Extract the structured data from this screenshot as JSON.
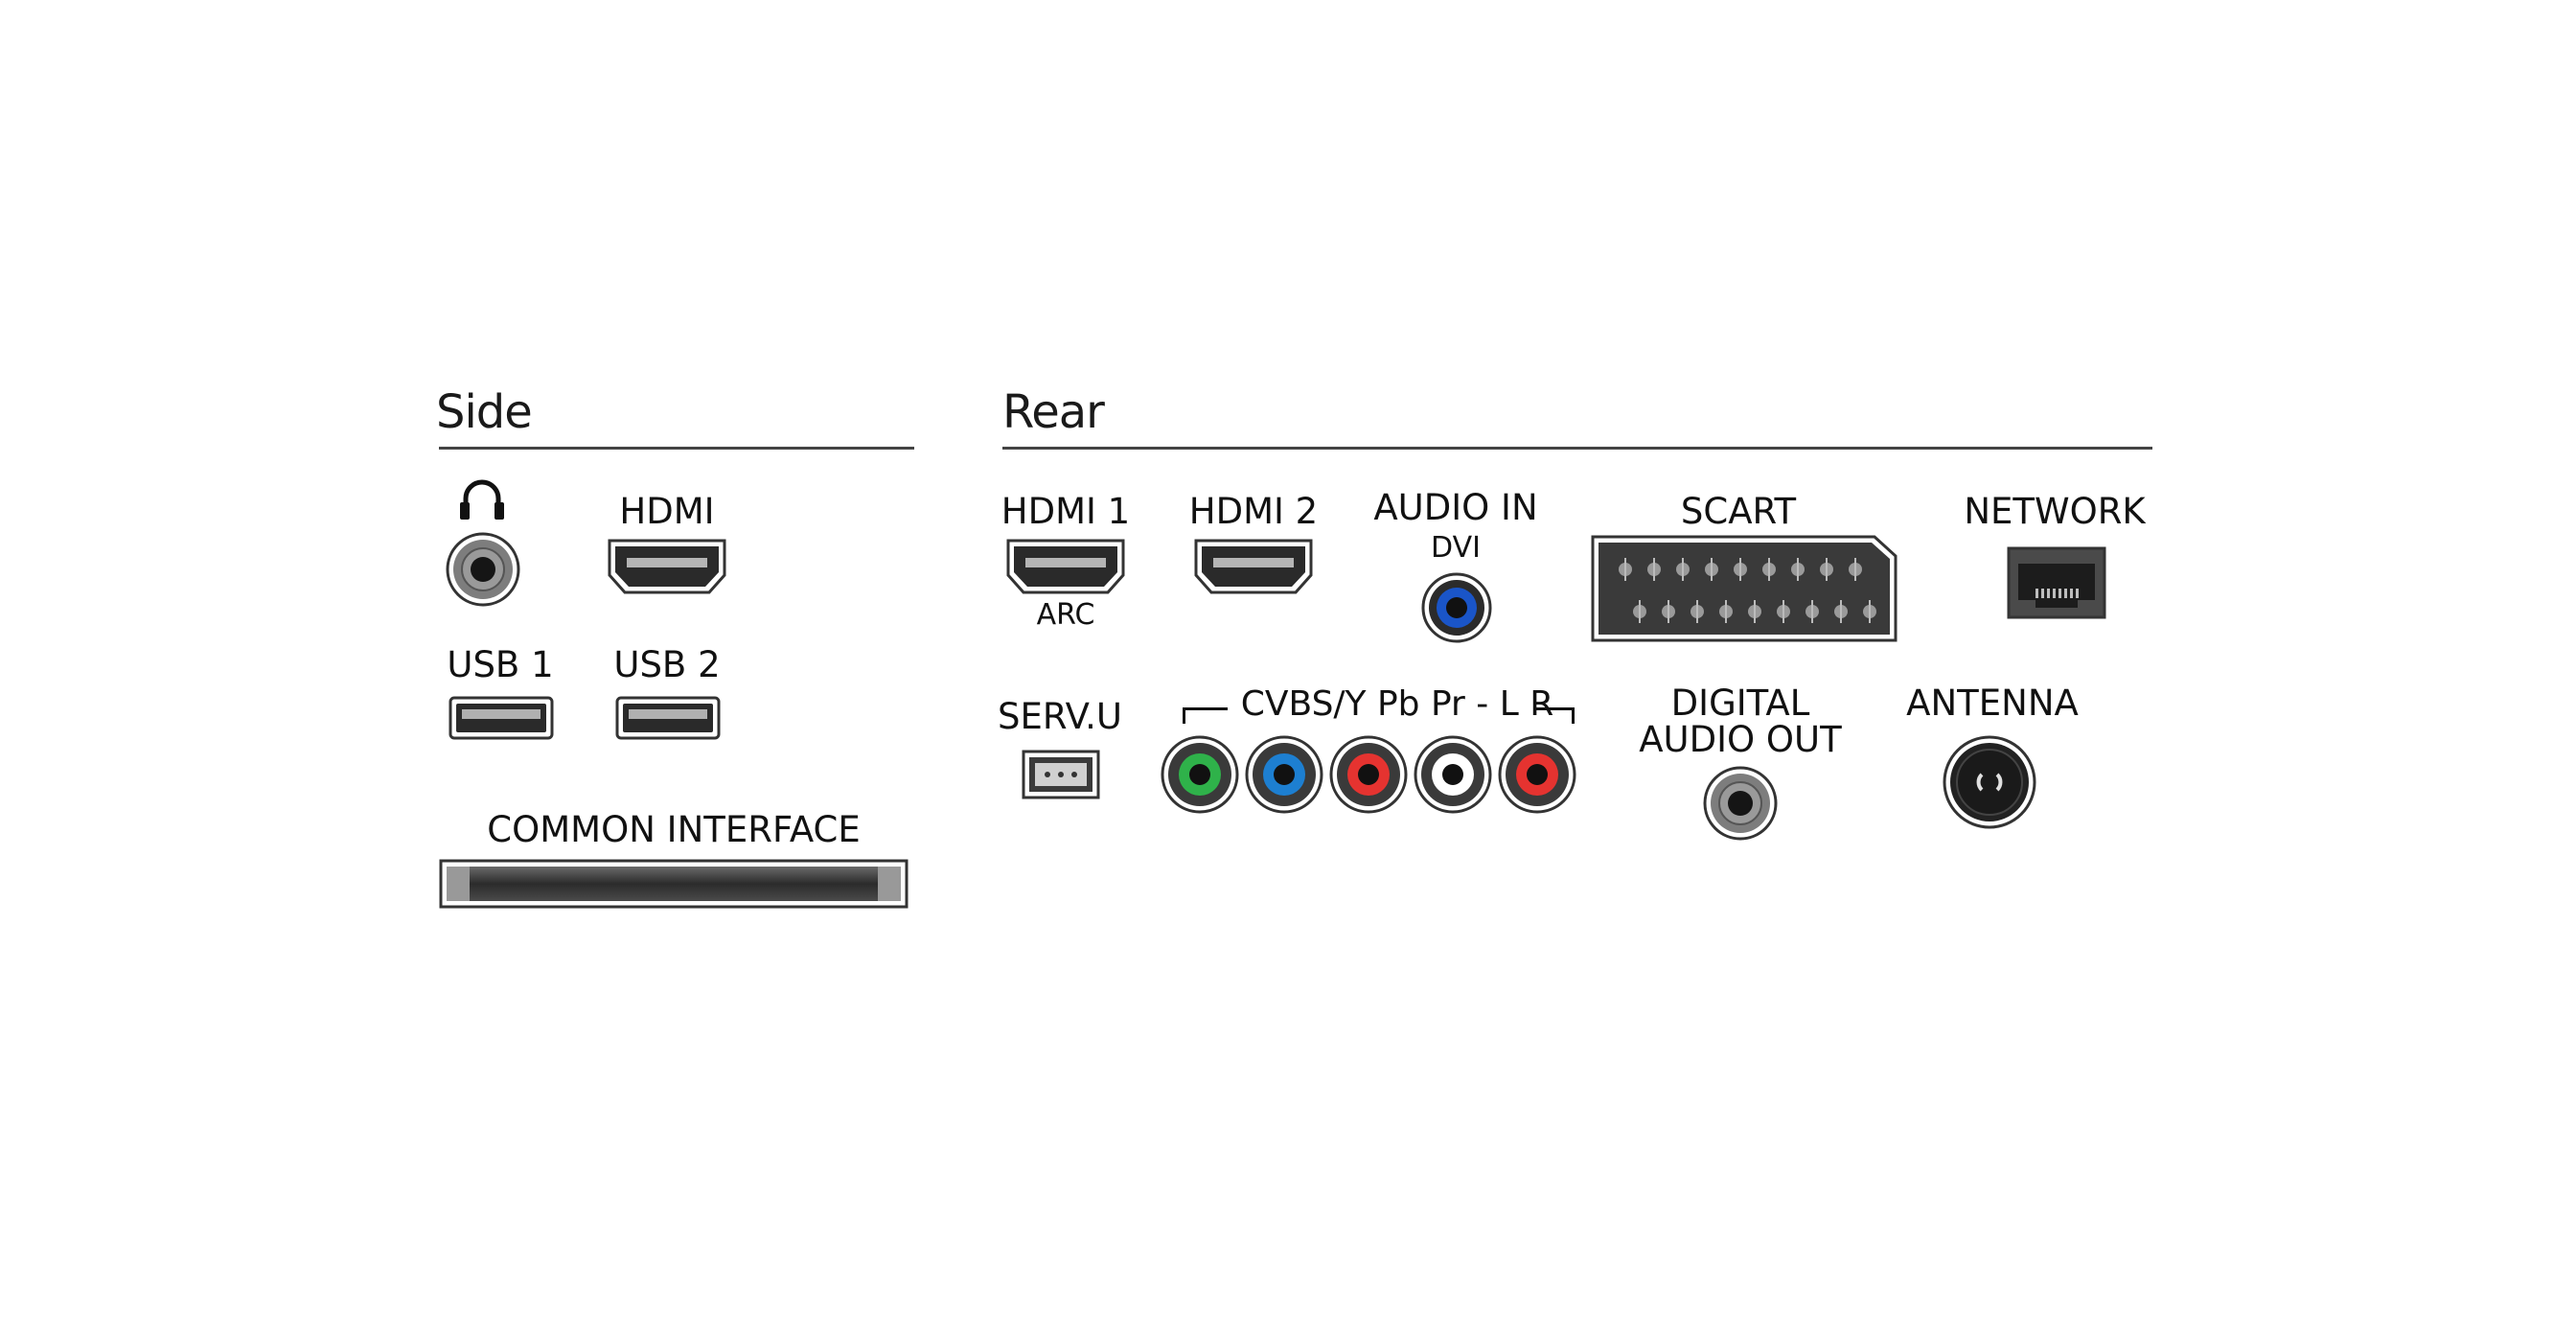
{
  "side": {
    "heading": "Side",
    "labels": {
      "hdmi": "HDMI",
      "usb1": "USB 1",
      "usb2": "USB 2",
      "common_interface": "COMMON INTERFACE"
    },
    "icons": [
      "headphones-icon",
      "audio-jack",
      "hdmi-port",
      "usb-port",
      "ci-slot"
    ]
  },
  "rear": {
    "heading": "Rear",
    "labels": {
      "hdmi1": "HDMI 1",
      "arc": "ARC",
      "hdmi2": "HDMI 2",
      "audio_in": "AUDIO IN",
      "dvi": "DVI",
      "scart": "SCART",
      "network": "NETWORK",
      "serv_u": "SERV.U",
      "component": "CVBS/Y Pb Pr - L R",
      "digital_audio_out_1": "DIGITAL",
      "digital_audio_out_2": "AUDIO OUT",
      "antenna": "ANTENNA"
    },
    "rca_colors": [
      "#2fb24a",
      "#1d7fd1",
      "#e53330",
      "#ffffff",
      "#e53330"
    ],
    "audio_in_color": "#1a55c8"
  }
}
